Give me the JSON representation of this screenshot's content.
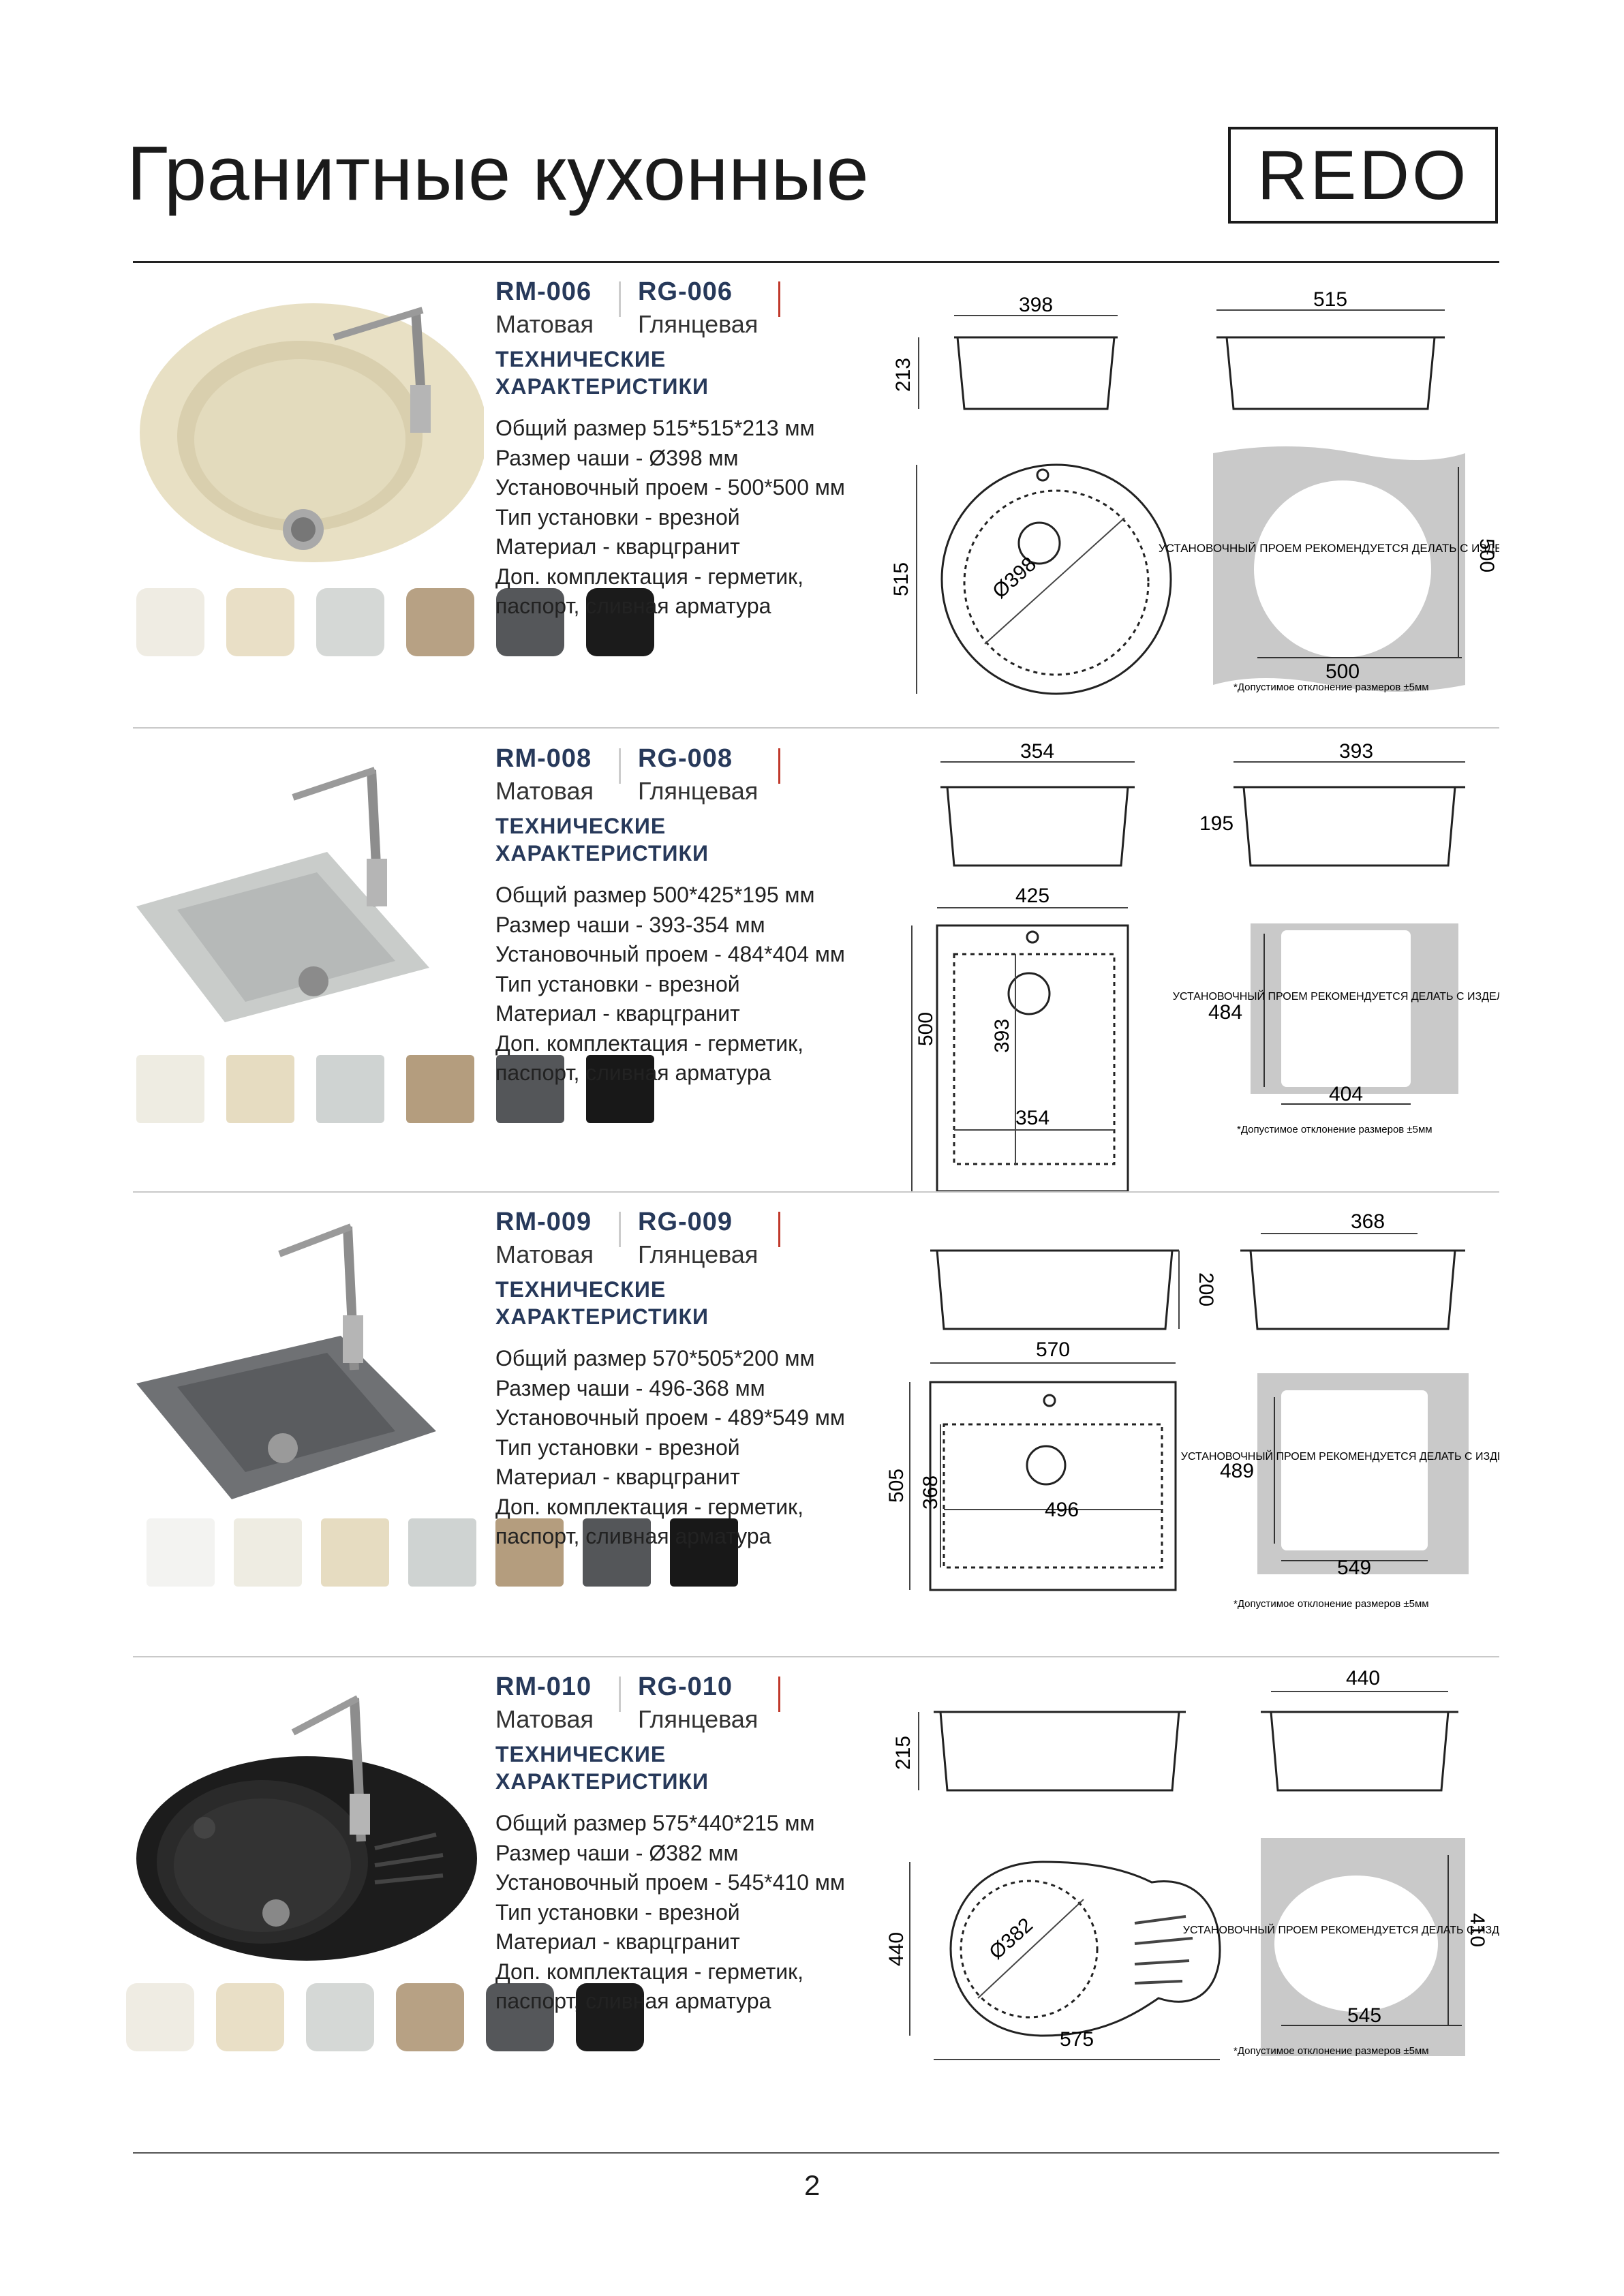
{
  "page": {
    "title": "Гранитные кухонные",
    "brand": "REDO",
    "page_number": "2"
  },
  "common": {
    "specs_heading": "ТЕХНИЧЕСКИЕ ХАРАКТЕРИСТИКИ",
    "opening_label": "УСТАНОВОЧНЫЙ ПРОЕМ РЕКОМЕНДУЕТСЯ ДЕЛАТЬ С ИЗДЕЛИЯ",
    "tolerance_note": "*Допустимое отклонение размеров ±5мм",
    "finish_matte": "Матовая",
    "finish_gloss": "Глянцевая",
    "accent_color": "#c0392b",
    "heading_color": "#27395a"
  },
  "products": [
    {
      "code_matte": "RM-006",
      "code_gloss": "RG-006",
      "specs": [
        "Общий размер 515*515*213 мм",
        "Размер чаши - Ø398 мм",
        "Установочный проем - 500*500 мм",
        "Тип установки - врезной",
        "Материал - кварцгранит",
        "Доп. комплектация - герметик,",
        "паспорт, сливная арматура"
      ],
      "dims": {
        "top_a": "398",
        "top_b": "515",
        "side": "213",
        "plan_side": "515",
        "bowl": "Ø398",
        "open_w": "500",
        "open_h": "500"
      },
      "swatches": [
        "#efece3",
        "#e9dfc6",
        "#d5d8d6",
        "#b7a184",
        "#55575a",
        "#1b1b1b"
      ]
    },
    {
      "code_matte": "RM-008",
      "code_gloss": "RG-008",
      "specs": [
        "Общий размер 500*425*195 мм",
        "Размер чаши - 393-354 мм",
        "Установочный проем - 484*404 мм",
        "Тип установки - врезной",
        "Материал - кварцгранит",
        "Доп. комплектация - герметик,",
        "паспорт, сливная арматура"
      ],
      "dims": {
        "top_a": "354",
        "top_b": "393",
        "side": "195",
        "plan_w": "425",
        "plan_h": "500",
        "bowl_h": "393",
        "bowl_w": "354",
        "open_h": "484",
        "open_w": "404"
      },
      "swatches": [
        "#eeece2",
        "#e6dcc1",
        "#cfd3d2",
        "#b49d7e",
        "#545659",
        "#181818"
      ]
    },
    {
      "code_matte": "RM-009",
      "code_gloss": "RG-009",
      "specs": [
        "Общий размер 570*505*200 мм",
        "Размер чаши -  496-368 мм",
        "Установочный проем - 489*549 мм",
        "Тип установки - врезной",
        "Материал - кварцгранит",
        "Доп. комплектация - герметик,",
        "паспорт, сливная арматура"
      ],
      "dims": {
        "top_b": "368",
        "side": "200",
        "plan_w": "570",
        "plan_h": "505",
        "bowl_h": "368",
        "bowl_w": "496",
        "open_h": "489",
        "open_w": "549"
      },
      "swatches": [
        "#f3f3f1",
        "#eeece2",
        "#e6dcc1",
        "#cfd3d2",
        "#b49d7e",
        "#545659",
        "#181818"
      ]
    },
    {
      "code_matte": "RM-010",
      "code_gloss": "RG-010",
      "specs": [
        "Общий размер 575*440*215 мм",
        "Размер чаши - Ø382 мм",
        "Установочный проем - 545*410 мм",
        "Тип установки - врезной",
        "Материал - кварцгранит",
        "Доп. комплектация - герметик,",
        "паспорт, сливная арматура"
      ],
      "dims": {
        "top_b": "440",
        "side": "215",
        "plan_h": "440",
        "bowl": "Ø382",
        "plan_w": "575",
        "open_h": "410",
        "open_w": "545"
      },
      "swatches": [
        "#efece3",
        "#e9dfc6",
        "#d5d8d6",
        "#b7a184",
        "#55575a",
        "#1b1b1b"
      ]
    }
  ]
}
